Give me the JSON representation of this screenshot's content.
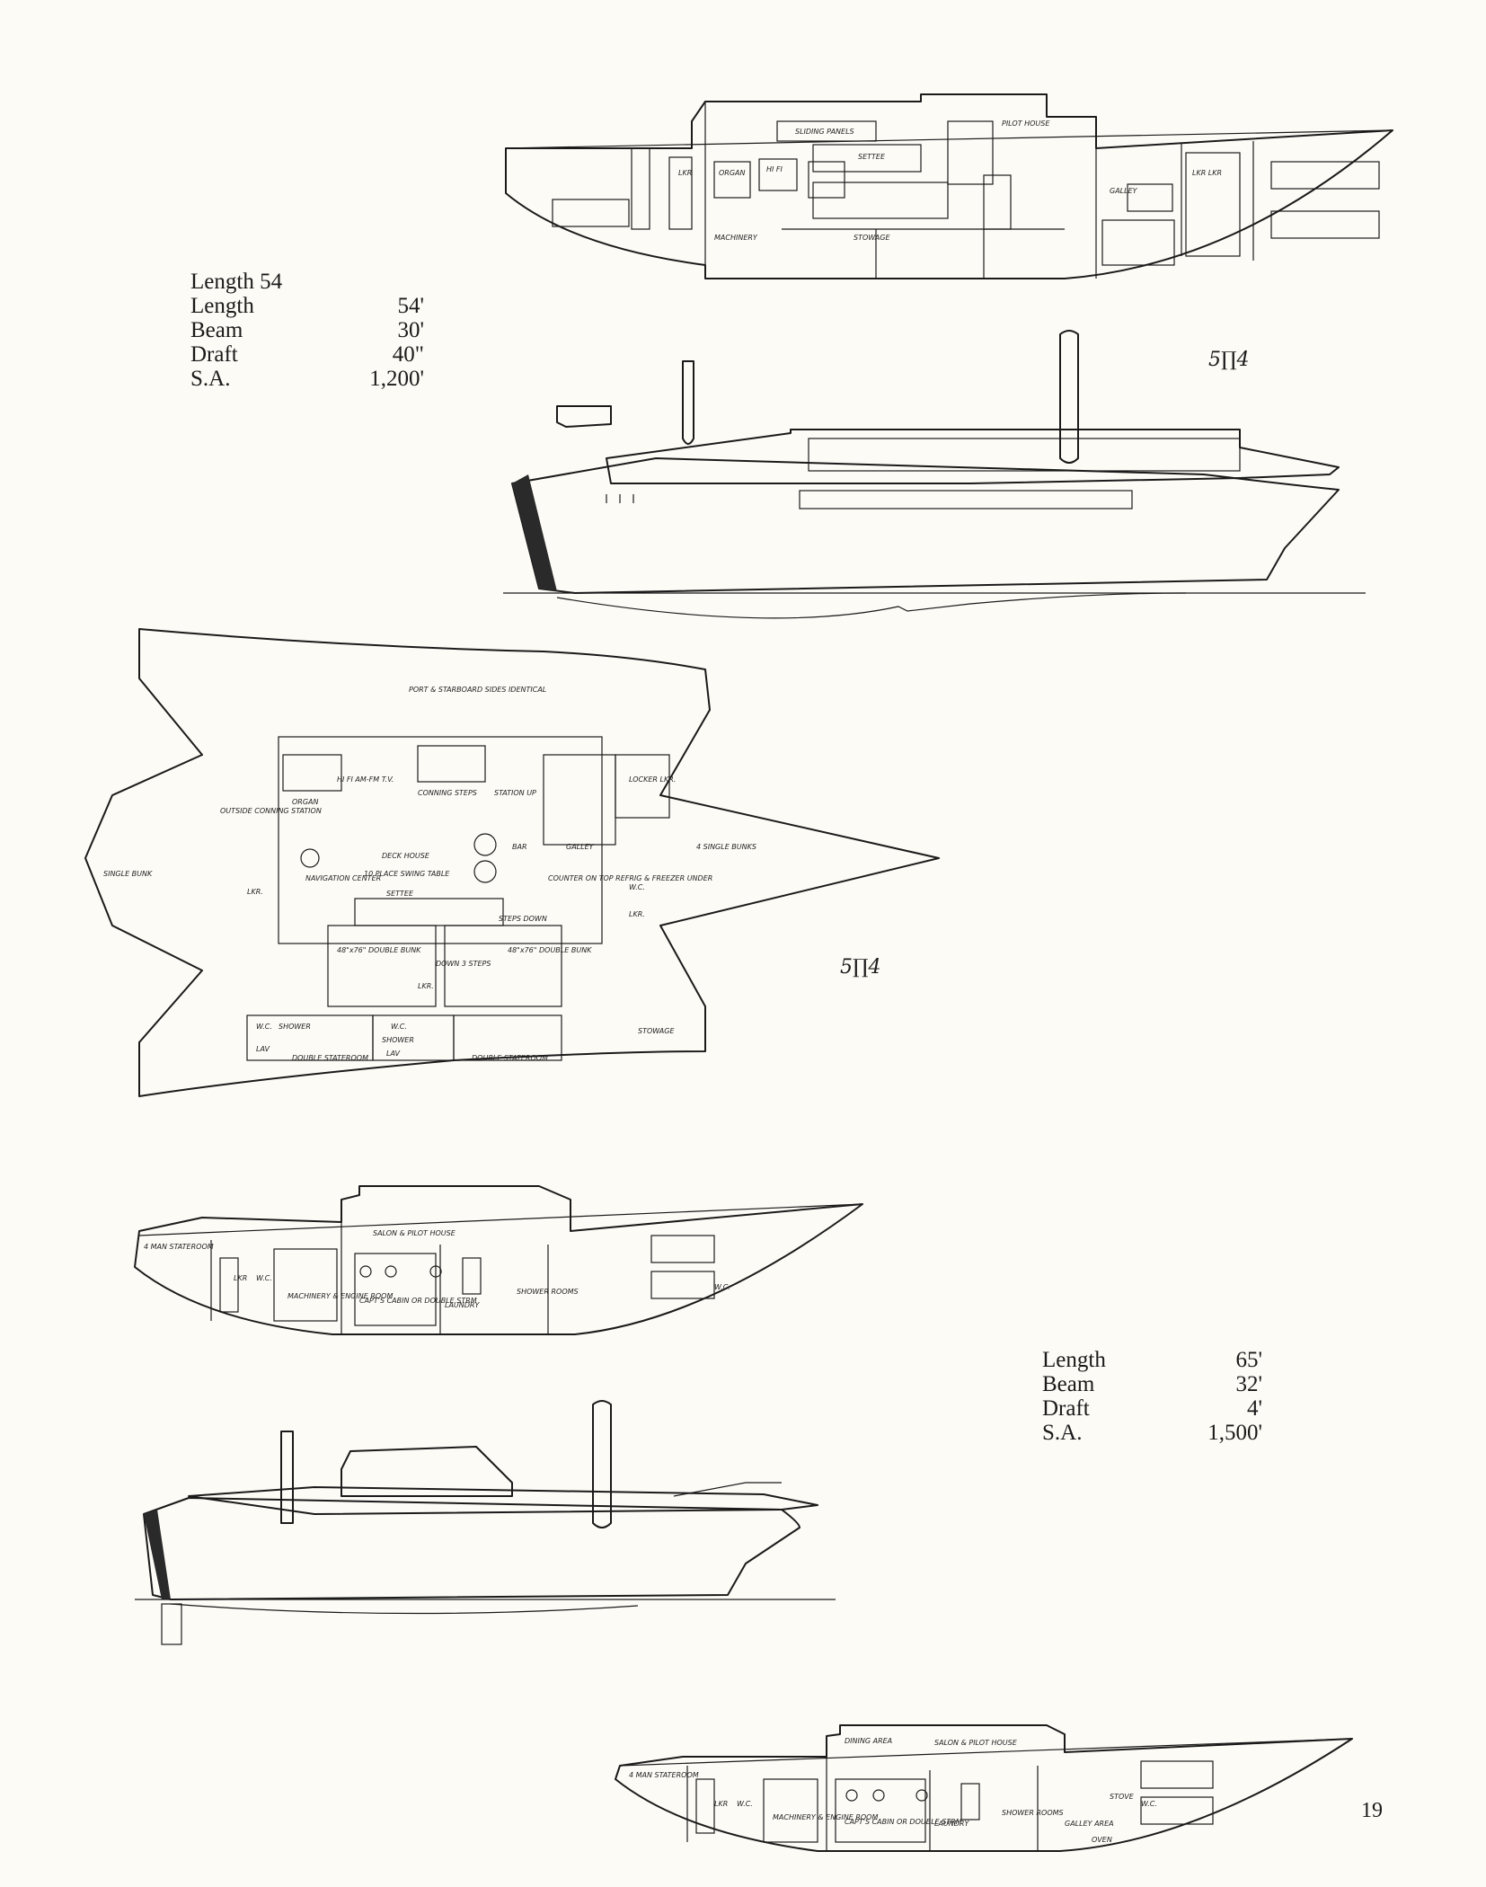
{
  "spec_54": {
    "heading": "Length 54",
    "rows": [
      {
        "k": "Length",
        "v": "54'"
      },
      {
        "k": "Beam",
        "v": "30'"
      },
      {
        "k": "Draft",
        "v": "40\""
      },
      {
        "k": "S.A.",
        "v": "1,200'"
      }
    ]
  },
  "spec_65": {
    "rows": [
      {
        "k": "Length",
        "v": "65'"
      },
      {
        "k": "Beam",
        "v": "32'"
      },
      {
        "k": "Draft",
        "v": "4'"
      },
      {
        "k": "S.A.",
        "v": "1,500'"
      }
    ]
  },
  "design_mark": "5∏4",
  "page_number": "19",
  "profile_54_labels": {
    "sliding_panels": "SLIDING PANELS",
    "settee": "SETTEE",
    "hi_fi": "HI FI",
    "organ": "ORGAN",
    "lkr": "LKR",
    "pilot_house": "PILOT HOUSE",
    "galley": "GALLEY",
    "lkr_lkr": "LKR LKR",
    "machinery": "MACHINERY",
    "stowage": "STOWAGE"
  },
  "plan_54_labels": {
    "note": "PORT & STARBOARD SIDES IDENTICAL",
    "outside_conning": "OUTSIDE CONNING STATION",
    "single_bunk": "SINGLE BUNK",
    "lkr": "LKR.",
    "navigation": "NAVIGATION CENTER",
    "deck_house": "DECK HOUSE",
    "table": "10 PLACE SWING TABLE",
    "settee": "SETTEE",
    "organ": "ORGAN",
    "hifi": "HI FI AM-FM T.V.",
    "conning_steps": "CONNING STEPS",
    "station_up": "STATION UP",
    "bar": "BAR",
    "galley": "GALLEY",
    "counter": "COUNTER ON TOP REFRIG & FREEZER UNDER",
    "steps_down": "STEPS DOWN",
    "locker": "LOCKER LKR.",
    "wc": "W.C.",
    "lkr2": "LKR.",
    "single_bunks": "4 SINGLE BUNKS",
    "double_bunk_1": "48\"x76\" DOUBLE BUNK",
    "double_bunk_2": "48\"x76\" DOUBLE BUNK",
    "down_steps": "DOWN 3 STEPS",
    "lkr3": "LKR.",
    "wc2": "W.C.",
    "shower": "SHOWER",
    "lav": "LAV",
    "wc3": "W.C.",
    "shower2": "SHOWER",
    "lav2": "LAV",
    "double_stateroom_1": "DOUBLE STATEROOM",
    "double_stateroom_2": "DOUBLE STATEROOM",
    "stowage": "STOWAGE"
  },
  "profile_65_labels": {
    "salon": "SALON & PILOT HOUSE",
    "stateroom": "4 MAN STATEROOM",
    "lkr": "LKR",
    "wc": "W.C.",
    "machinery": "MACHINERY & ENGINE ROOM",
    "capts_cabin": "CAPT'S CABIN OR DOUBLE STRM",
    "laundry": "LAUNDRY",
    "shower": "SHOWER ROOMS",
    "wc2": "W.C."
  },
  "profile_65b_labels": {
    "dining": "DINING AREA",
    "salon": "SALON & PILOT HOUSE",
    "stateroom": "4 MAN STATEROOM",
    "lkr": "LKR",
    "wc": "W.C.",
    "machinery": "MACHINERY & ENGINE ROOM",
    "capts_cabin": "CAPT'S CABIN OR DOUBLE STRM",
    "laundry": "LAUNDRY",
    "shower": "SHOWER ROOMS",
    "stove": "STOVE",
    "galley": "GALLEY AREA",
    "oven": "OVEN",
    "wc2": "W.C."
  }
}
